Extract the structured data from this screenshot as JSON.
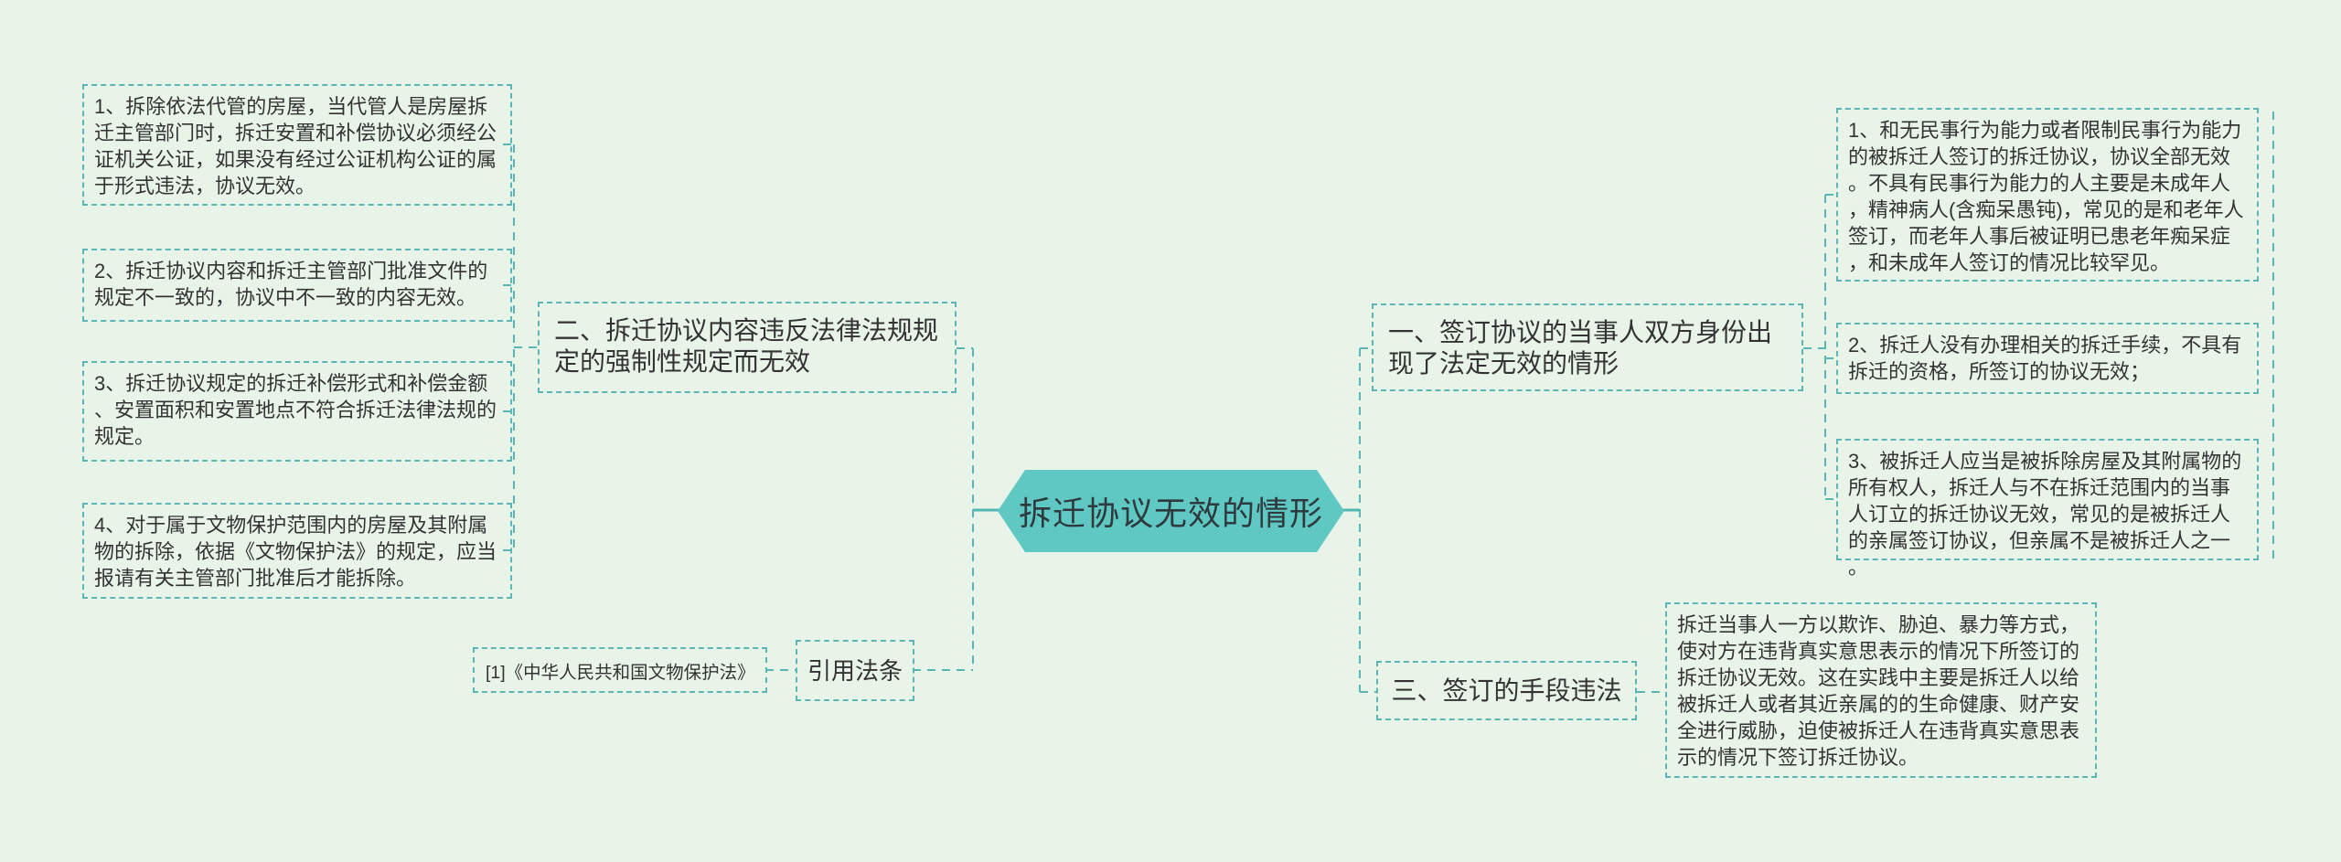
{
  "colors": {
    "background": "#e9f4e9",
    "connector_teal": "#5cb6b6",
    "center_node_fill": "#5fc8c3",
    "center_node_text": "#2e3a3e",
    "body_text": "#333333"
  },
  "center": {
    "label": "拆迁协议无效的情形"
  },
  "branch_one": {
    "label": "一、签订协议的当事人双方身份出现了法定无效的情形",
    "children": [
      "1、和无民事行为能力或者限制民事行为能力的被拆迁人签订的拆迁协议，协议全部无效。不具有民事行为能力的人主要是未成年人，精神病人(含痴呆愚钝)，常见的是和老年人签订，而老年人事后被证明已患老年痴呆症，和未成年人签订的情况比较罕见。",
      "2、拆迁人没有办理相关的拆迁手续，不具有拆迁的资格，所签订的协议无效；",
      "3、被拆迁人应当是被拆除房屋及其附属物的所有权人，拆迁人与不在拆迁范围内的当事人订立的拆迁协议无效，常见的是被拆迁人的亲属签订协议，但亲属不是被拆迁人之一。"
    ]
  },
  "branch_two": {
    "label": "二、拆迁协议内容违反法律法规规定的强制性规定而无效",
    "children": [
      "1、拆除依法代管的房屋，当代管人是房屋拆迁主管部门时，拆迁安置和补偿协议必须经公证机关公证，如果没有经过公证机构公证的属于形式违法，协议无效。",
      "2、拆迁协议内容和拆迁主管部门批准文件的规定不一致的，协议中不一致的内容无效。",
      "3、拆迁协议规定的拆迁补偿形式和补偿金额、安置面积和安置地点不符合拆迁法律法规的规定。",
      "4、对于属于文物保护范围内的房屋及其附属物的拆除，依据《文物保护法》的规定，应当报请有关主管部门批准后才能拆除。"
    ]
  },
  "branch_three": {
    "label": "三、签订的手段违法",
    "children": [
      "拆迁当事人一方以欺诈、胁迫、暴力等方式，使对方在违背真实意思表示的情况下所签订的拆迁协议无效。这在实践中主要是拆迁人以给被拆迁人或者其近亲属的的生命健康、财产安全进行威胁，迫使被拆迁人在违背真实意思表示的情况下签订拆迁协议。"
    ]
  },
  "citation": {
    "label": "引用法条",
    "references": [
      "[1]《中华人民共和国文物保护法》"
    ]
  }
}
